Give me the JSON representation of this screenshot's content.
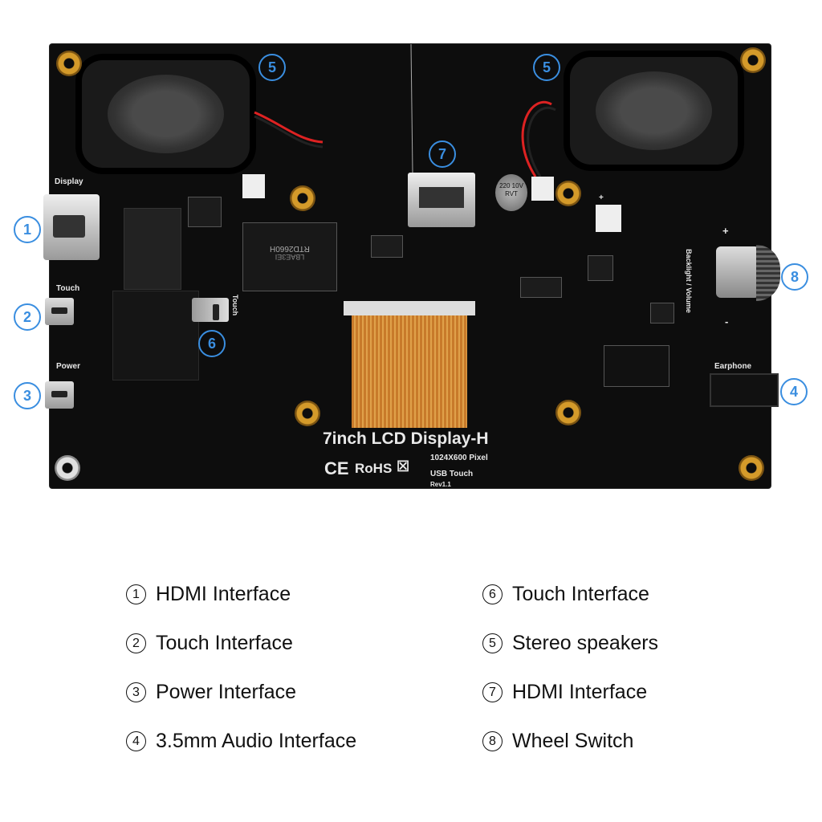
{
  "board": {
    "title": "7inch LCD Display-H",
    "resolution": "1024X600 Pixel",
    "touch": "USB Touch",
    "revision": "Rev1.1",
    "cert_ce": "CE",
    "cert_rohs": "RoHS",
    "port_labels": {
      "display": "Display",
      "touch_left": "Touch",
      "power": "Power",
      "touch_vertical": "Touch",
      "earphone": "Earphone",
      "backlight_volume": "Backlight / Volume",
      "plus": "+",
      "minus": "-",
      "fan_plus": "+"
    },
    "chip_text": "RTD2660H",
    "chip_sub": "LBAE3EI",
    "cap_text": "220 10V RVT"
  },
  "callouts": {
    "c1": "1",
    "c2": "2",
    "c3": "3",
    "c4": "4",
    "c5a": "5",
    "c5b": "5",
    "c6": "6",
    "c7": "7",
    "c8": "8"
  },
  "legend": {
    "left": [
      {
        "num": "1",
        "label": "HDMI Interface"
      },
      {
        "num": "2",
        "label": "Touch Interface"
      },
      {
        "num": "3",
        "label": "Power Interface"
      },
      {
        "num": "4",
        "label": "3.5mm Audio Interface"
      }
    ],
    "right": [
      {
        "num": "6",
        "label": "Touch Interface"
      },
      {
        "num": "5",
        "label": "Stereo speakers"
      },
      {
        "num": "7",
        "label": "HDMI Interface"
      },
      {
        "num": "8",
        "label": "Wheel Switch"
      }
    ]
  },
  "colors": {
    "accent": "#3a8ee0",
    "board": "#0d0d0d",
    "gold": "#d49a2a",
    "flex_cable": "#c87a2a"
  }
}
